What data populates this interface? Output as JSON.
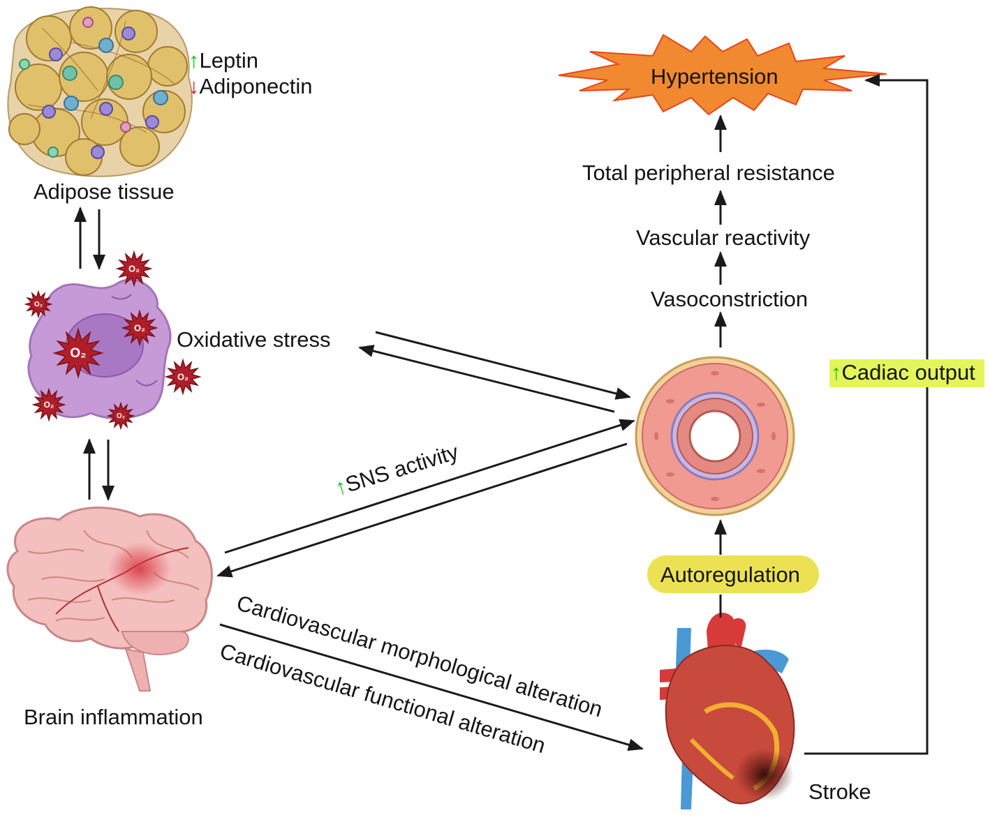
{
  "adipose": {
    "label": "Adipose tissue",
    "leptin": "Leptin",
    "adiponectin": "Adiponectin",
    "up_glyph": "↑",
    "down_glyph": "↓"
  },
  "oxidative": {
    "label": "Oxidative stress",
    "radical": "O₂"
  },
  "brain": {
    "label": "Brain inflammation"
  },
  "sns": {
    "label": "SNS activity",
    "up_glyph": "↑"
  },
  "cardio": {
    "morph": "Cardiovascular morphological alteration",
    "func": "Cardiovascular functional alteration"
  },
  "chain": {
    "hypertension": "Hypertension",
    "tpr": "Total peripheral resistance",
    "reactivity": "Vascular reactivity",
    "vasoconstriction": "Vasoconstriction",
    "autoregulation": "Autoregulation"
  },
  "heart": {
    "label": "Stroke"
  },
  "cardiac_output": {
    "label": "Cadiac output",
    "up_glyph": "↑"
  },
  "colors": {
    "hypertension_fill": "#f0892f",
    "hypertension_stroke": "#e8451a",
    "autoregulation_fill": "#ece152",
    "cardiac_output_fill": "#e3f55a",
    "increase_arrow": "#18c01b",
    "decrease_arrow": "#e01a1a",
    "cell_fill": "#c59ad6",
    "radical_fill": "#b01e2a"
  }
}
